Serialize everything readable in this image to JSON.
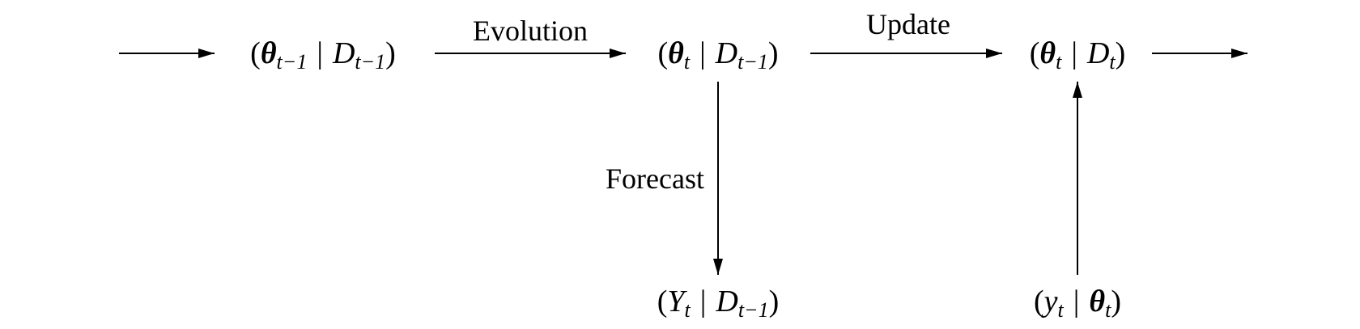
{
  "diagram": {
    "nodes": {
      "prior_prev": {
        "open": "(",
        "theta": "θ",
        "theta_sub": "t−1",
        "sep": "|",
        "d": "D",
        "d_sub": "t−1",
        "close": ")"
      },
      "prior_t": {
        "open": "(",
        "theta": "θ",
        "theta_sub": "t",
        "sep": "|",
        "d": "D",
        "d_sub": "t−1",
        "close": ")"
      },
      "posterior_t": {
        "open": "(",
        "theta": "θ",
        "theta_sub": "t",
        "sep": "|",
        "d": "D",
        "d_sub": "t",
        "close": ")"
      },
      "forecast_t": {
        "open": "(",
        "y": "Y",
        "y_sub": "t",
        "sep": "|",
        "d": "D",
        "d_sub": "t−1",
        "close": ")"
      },
      "observation_t": {
        "open": "(",
        "y": "y",
        "y_sub": "t",
        "sep": "|",
        "theta": "θ",
        "theta_sub": "t",
        "close": ")"
      }
    },
    "edge_labels": {
      "evolution": "Evolution",
      "update": "Update",
      "forecast": "Forecast"
    },
    "colors": {
      "ink": "#000000",
      "background": "#ffffff"
    }
  }
}
